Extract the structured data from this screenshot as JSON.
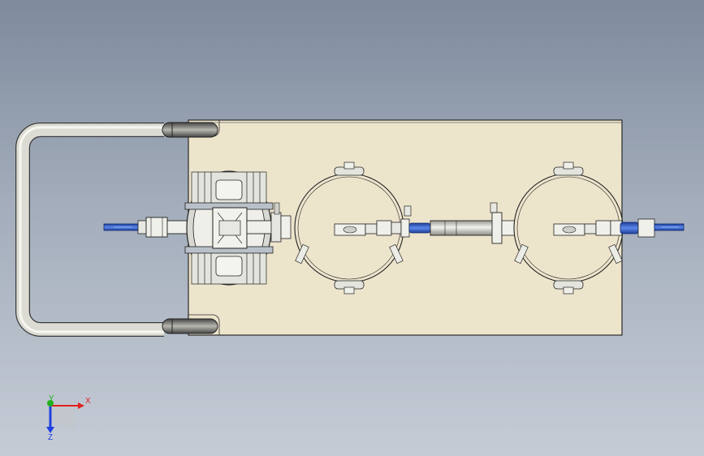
{
  "viewport": {
    "background_top": "#7e8b9d",
    "background_bottom": "#c6ccd6"
  },
  "model": {
    "base_plate_color": "#ede4cc",
    "handle_color": "#dfdfd8",
    "highlight_valve_color": "#2e63d6",
    "linework_color": "#2a2a2a"
  },
  "triad": {
    "x_label": "X",
    "y_label": "Y",
    "z_label": "Z",
    "x_color": "#e02020",
    "y_color": "#20b020",
    "z_color": "#2040e0"
  }
}
